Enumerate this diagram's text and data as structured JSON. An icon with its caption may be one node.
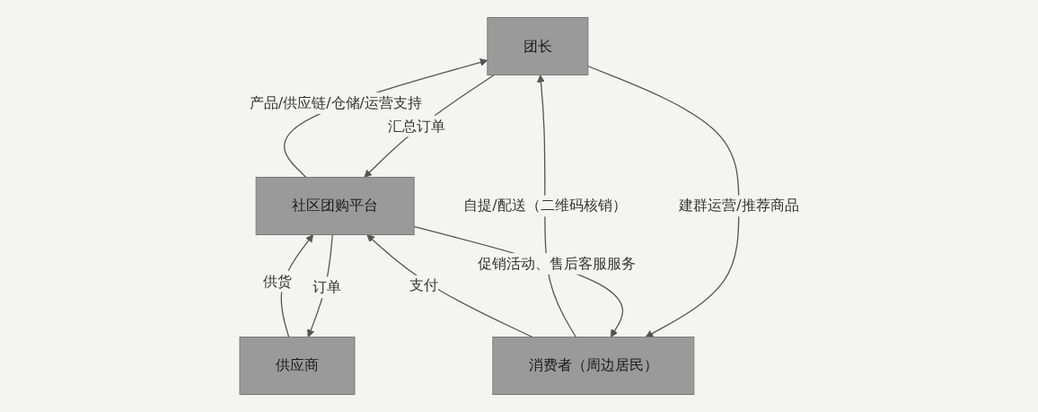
{
  "diagram": {
    "nodes": [
      {
        "text": [
          "团长"
        ]
      },
      {
        "text": [
          "供应商"
        ]
      },
      {
        "text": [
          "社区团购平台"
        ]
      },
      {
        "text": [
          "消费者（周边居民）"
        ]
      }
    ],
    "edges": [
      {
        "from": 2,
        "to": 0,
        "arrow": "to",
        "label": "产品/供应链/仓储/运营支持"
      },
      {
        "from": 0,
        "to": 2,
        "arrow": "to",
        "label": "汇总订单"
      },
      {
        "from": 0,
        "to": 3,
        "arrow": "to",
        "label": "建群运营/推荐商品"
      },
      {
        "from": 3,
        "to": 0,
        "arrow": "to",
        "label": "自提/配送（二维码核销）"
      },
      {
        "from": 2,
        "to": 1,
        "arrow": "to",
        "label": "订单"
      },
      {
        "from": 1,
        "to": 2,
        "arrow": "to",
        "label": "供货"
      },
      {
        "from": 2,
        "to": 3,
        "arrow": "to",
        "label": "促销活动、售后客服服务"
      },
      {
        "from": 3,
        "to": 2,
        "arrow": "to",
        "label": "支付"
      }
    ]
  }
}
